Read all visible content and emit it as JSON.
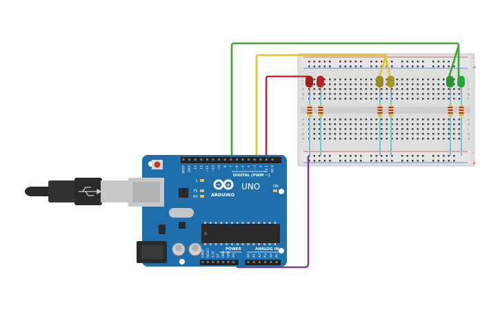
{
  "arduino": {
    "brand": "ARDUINO",
    "model": "UNO",
    "digital_label": "DIGITAL (PWM ~)",
    "power_label": "POWER",
    "analog_label": "ANALOG IN",
    "on_label": "ON",
    "l_label": "L",
    "tx_label": "TX",
    "rx_label": "RX",
    "digital_pins": [
      "AREF",
      "GND",
      "13",
      "12",
      "~11",
      "~10",
      "~9",
      "8",
      "7",
      "~6",
      "~5",
      "4",
      "~3",
      "2",
      "TX 1",
      "RX 0"
    ],
    "power_pins": [
      "IOREF",
      "RESET",
      "3.3V",
      "5V",
      "GND",
      "GND",
      "Vin"
    ],
    "analog_pins": [
      "A0",
      "A1",
      "A2",
      "A3",
      "A4",
      "A5"
    ]
  },
  "breadboard": {
    "row_letters_top": [
      "j",
      "i",
      "h",
      "g",
      "f"
    ],
    "row_letters_bottom": [
      "e",
      "d",
      "c",
      "b",
      "a"
    ],
    "rail_minus": "-",
    "rail_plus": "+"
  },
  "colors": {
    "board": "#1f6fad",
    "wire_green": "#3aa63a",
    "wire_yellow": "#e8c416",
    "wire_red": "#c8282a",
    "wire_purple": "#7a3d8f",
    "wire_blue": "#6cc8d8",
    "led_red": "#a31d1d",
    "led_yellow": "#9c8a1e",
    "led_green": "#1f9a2d"
  }
}
